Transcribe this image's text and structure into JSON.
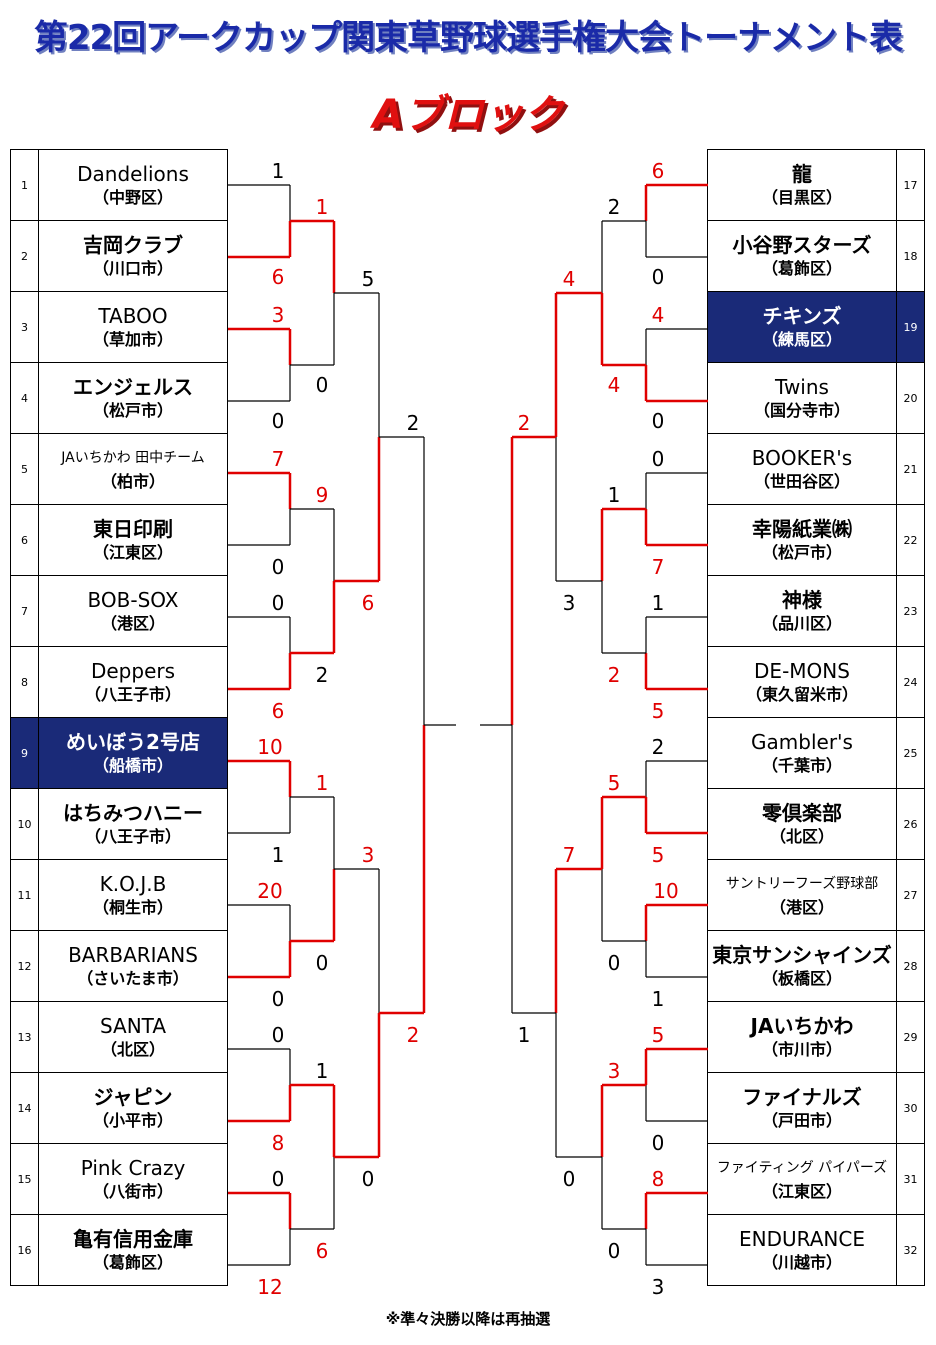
{
  "title": "第22回アークカップ関東草野球選手権大会トーナメント表",
  "subtitle": "Aブロック",
  "note": "※準々決勝以降は再抽選",
  "colors": {
    "title": "#1a2aa8",
    "subtitle": "#e01010",
    "highlight": "#1a2a78",
    "win_line": "#e00000"
  },
  "left_teams": [
    {
      "num": "1",
      "name": "Dandelions",
      "area": "（中野区）"
    },
    {
      "num": "2",
      "name": "吉岡クラブ",
      "area": "（川口市）"
    },
    {
      "num": "3",
      "name": "TABOO",
      "area": "（草加市）"
    },
    {
      "num": "4",
      "name": "エンジェルス",
      "area": "（松戸市）"
    },
    {
      "num": "5",
      "name": "JAいちかわ 田中チーム",
      "area": "（柏市）"
    },
    {
      "num": "6",
      "name": "東日印刷",
      "area": "（江東区）"
    },
    {
      "num": "7",
      "name": "BOB-SOX",
      "area": "（港区）"
    },
    {
      "num": "8",
      "name": "Deppers",
      "area": "（八王子市）"
    },
    {
      "num": "9",
      "name": "めいぼう2号店",
      "area": "（船橋市）"
    },
    {
      "num": "10",
      "name": "はちみつハニー",
      "area": "（八王子市）"
    },
    {
      "num": "11",
      "name": "K.O.J.B",
      "area": "（桐生市）"
    },
    {
      "num": "12",
      "name": "BARBARIANS",
      "area": "（さいたま市）"
    },
    {
      "num": "13",
      "name": "SANTA",
      "area": "（北区）"
    },
    {
      "num": "14",
      "name": "ジャピン",
      "area": "（小平市）"
    },
    {
      "num": "15",
      "name": "Pink Crazy",
      "area": "（八街市）"
    },
    {
      "num": "16",
      "name": "亀有信用金庫",
      "area": "（葛飾区）"
    }
  ],
  "right_teams": [
    {
      "num": "17",
      "name": "龍",
      "area": "（目黒区）"
    },
    {
      "num": "18",
      "name": "小谷野スターズ",
      "area": "（葛飾区）"
    },
    {
      "num": "19",
      "name": "チキンズ",
      "area": "（練馬区）"
    },
    {
      "num": "20",
      "name": "Twins",
      "area": "（国分寺市）"
    },
    {
      "num": "21",
      "name": "BOOKER's",
      "area": "（世田谷区）"
    },
    {
      "num": "22",
      "name": "幸陽紙業㈱",
      "area": "（松戸市）"
    },
    {
      "num": "23",
      "name": "神様",
      "area": "（品川区）"
    },
    {
      "num": "24",
      "name": "DE-MONS",
      "area": "（東久留米市）"
    },
    {
      "num": "25",
      "name": "Gambler's",
      "area": "（千葉市）"
    },
    {
      "num": "26",
      "name": "零倶楽部",
      "area": "（北区）"
    },
    {
      "num": "27",
      "name": "サントリーフーズ野球部",
      "area": "（港区）"
    },
    {
      "num": "28",
      "name": "東京サンシャインズ",
      "area": "（板橋区）"
    },
    {
      "num": "29",
      "name": "JAいちかわ",
      "area": "（市川市）"
    },
    {
      "num": "30",
      "name": "ファイナルズ",
      "area": "（戸田市）"
    },
    {
      "num": "31",
      "name": "ファイティング パイパーズ",
      "area": "（江東区）"
    },
    {
      "num": "32",
      "name": "ENDURANCE",
      "area": "（川越市）"
    }
  ],
  "scores": {
    "l1": [
      "1",
      "6",
      "3",
      "0",
      "7",
      "0",
      "0",
      "6",
      "10",
      "1",
      "20",
      "0",
      "0",
      "8",
      "0",
      "12"
    ],
    "l2": [
      "1",
      "0",
      "9",
      "2",
      "1",
      "0",
      "1",
      "6"
    ],
    "l3": [
      "5",
      "6",
      "3",
      "0"
    ],
    "l4": [
      "2",
      "2"
    ],
    "r1": [
      "6",
      "0",
      "4",
      "0",
      "0",
      "7",
      "1",
      "5",
      "2",
      "5",
      "10",
      "1",
      "5",
      "0",
      "8",
      "3"
    ],
    "r2": [
      "2",
      "4",
      "1",
      "2",
      "5",
      "0",
      "3",
      "0"
    ],
    "r3": [
      "4",
      "3",
      "7",
      "0"
    ],
    "r4": [
      "2",
      "1"
    ]
  }
}
